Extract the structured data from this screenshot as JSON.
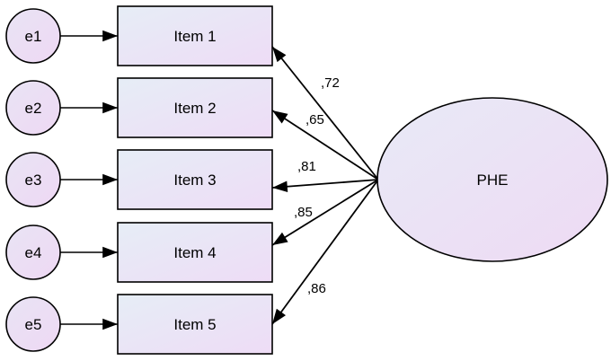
{
  "diagram": {
    "latent": {
      "label": "PHE"
    },
    "errors": [
      {
        "label": "e1"
      },
      {
        "label": "e2"
      },
      {
        "label": "e3"
      },
      {
        "label": "e4"
      },
      {
        "label": "e5"
      }
    ],
    "items": [
      {
        "label": "Item 1"
      },
      {
        "label": "Item 2"
      },
      {
        "label": "Item 3"
      },
      {
        "label": "Item 4"
      },
      {
        "label": "Item 5"
      }
    ],
    "loadings": [
      {
        "label": ",72"
      },
      {
        "label": ",65"
      },
      {
        "label": ",81"
      },
      {
        "label": ",85"
      },
      {
        "label": ",86"
      }
    ],
    "colors": {
      "fill_light": "#e6edf6",
      "fill_purple": "#eedcf6",
      "stroke": "#000000"
    }
  }
}
